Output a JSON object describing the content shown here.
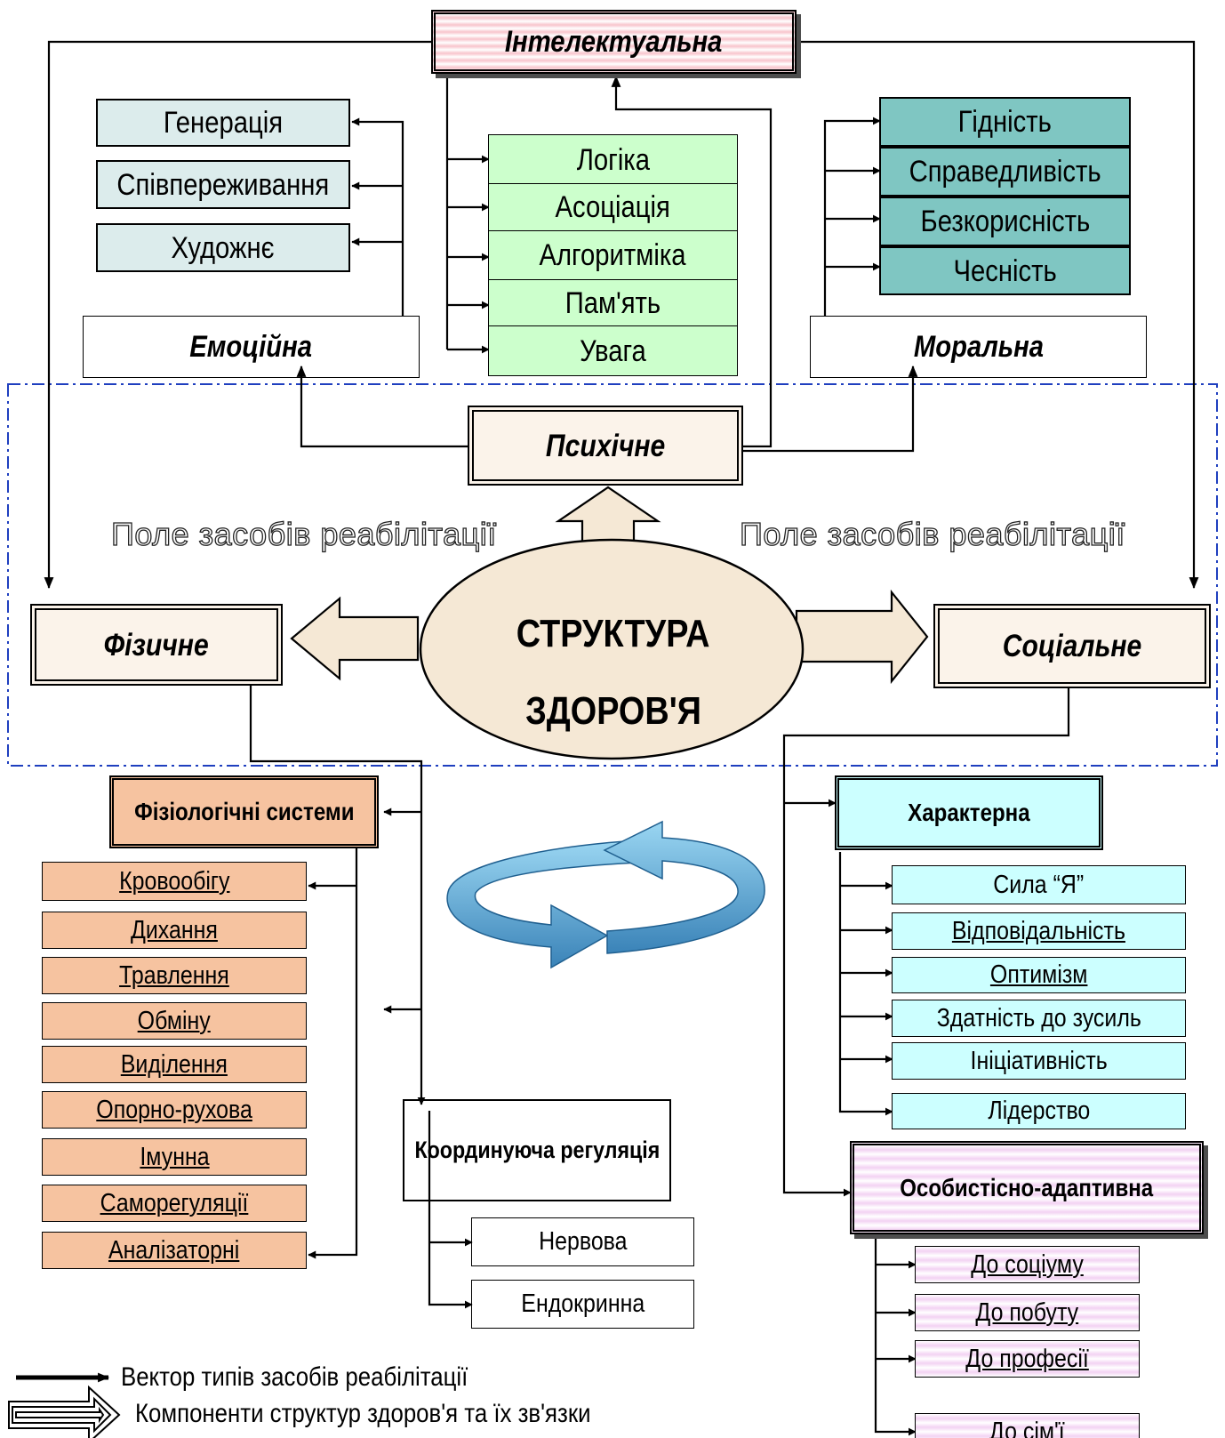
{
  "center": {
    "line1": "СТРУКТУРА",
    "line2": "ЗДОРОВ'Я"
  },
  "field_label_left": "Поле засобів реабілітації",
  "field_label_right": "Поле засобів реабілітації",
  "top": {
    "title": "Інтелектуальна",
    "items": [
      "Логіка",
      "Асоціація",
      "Алгоритміка",
      "Пам'ять",
      "Увага"
    ]
  },
  "emotional": {
    "title": "Емоційна",
    "items": [
      "Генерація",
      "Співпереживання",
      "Художнє"
    ]
  },
  "moral": {
    "title": "Моральна",
    "items": [
      "Гідність",
      "Справедливість",
      "Безкорисність",
      "Чесність"
    ]
  },
  "psychic": {
    "title": "Психічне"
  },
  "physical": {
    "title": "Фізичне"
  },
  "social": {
    "title": "Соціальне"
  },
  "physiological": {
    "title": "Фізіологічні системи",
    "items": [
      "Кровообігу",
      "Дихання",
      "Травлення",
      "Обміну",
      "Виділення",
      "Опорно-рухова",
      "Імунна",
      "Саморегуляції",
      "Аналізаторні"
    ]
  },
  "coordinating": {
    "title": "Координуюча регуляція",
    "items": [
      "Нервова",
      "Ендокринна"
    ]
  },
  "character": {
    "title": "Характерна",
    "items": [
      "Сила “Я”",
      "Відповідальність",
      "Оптимізм",
      "Здатність до зусиль",
      "Ініціативність",
      "Лідерство"
    ]
  },
  "adaptive": {
    "title": "Особистісно-адаптивна",
    "items": [
      "До соціуму",
      "До побуту",
      "До професії",
      "До сім'ї"
    ]
  },
  "legend": {
    "vector": "Вектор типів засобів реабілітації",
    "components": "Компоненти структур здоров'я та їх зв'язки"
  },
  "colors": {
    "emotional_items": "#dcecec",
    "intellect_items": "#ccffcc",
    "moral_items": "#7fc6c2",
    "physiological": "#f6c3a0",
    "character": "#ccffff",
    "center_ellipse": "#f5e8d5",
    "field_border": "#1f3fbf",
    "cycle_arrows": "#4a97c9"
  }
}
